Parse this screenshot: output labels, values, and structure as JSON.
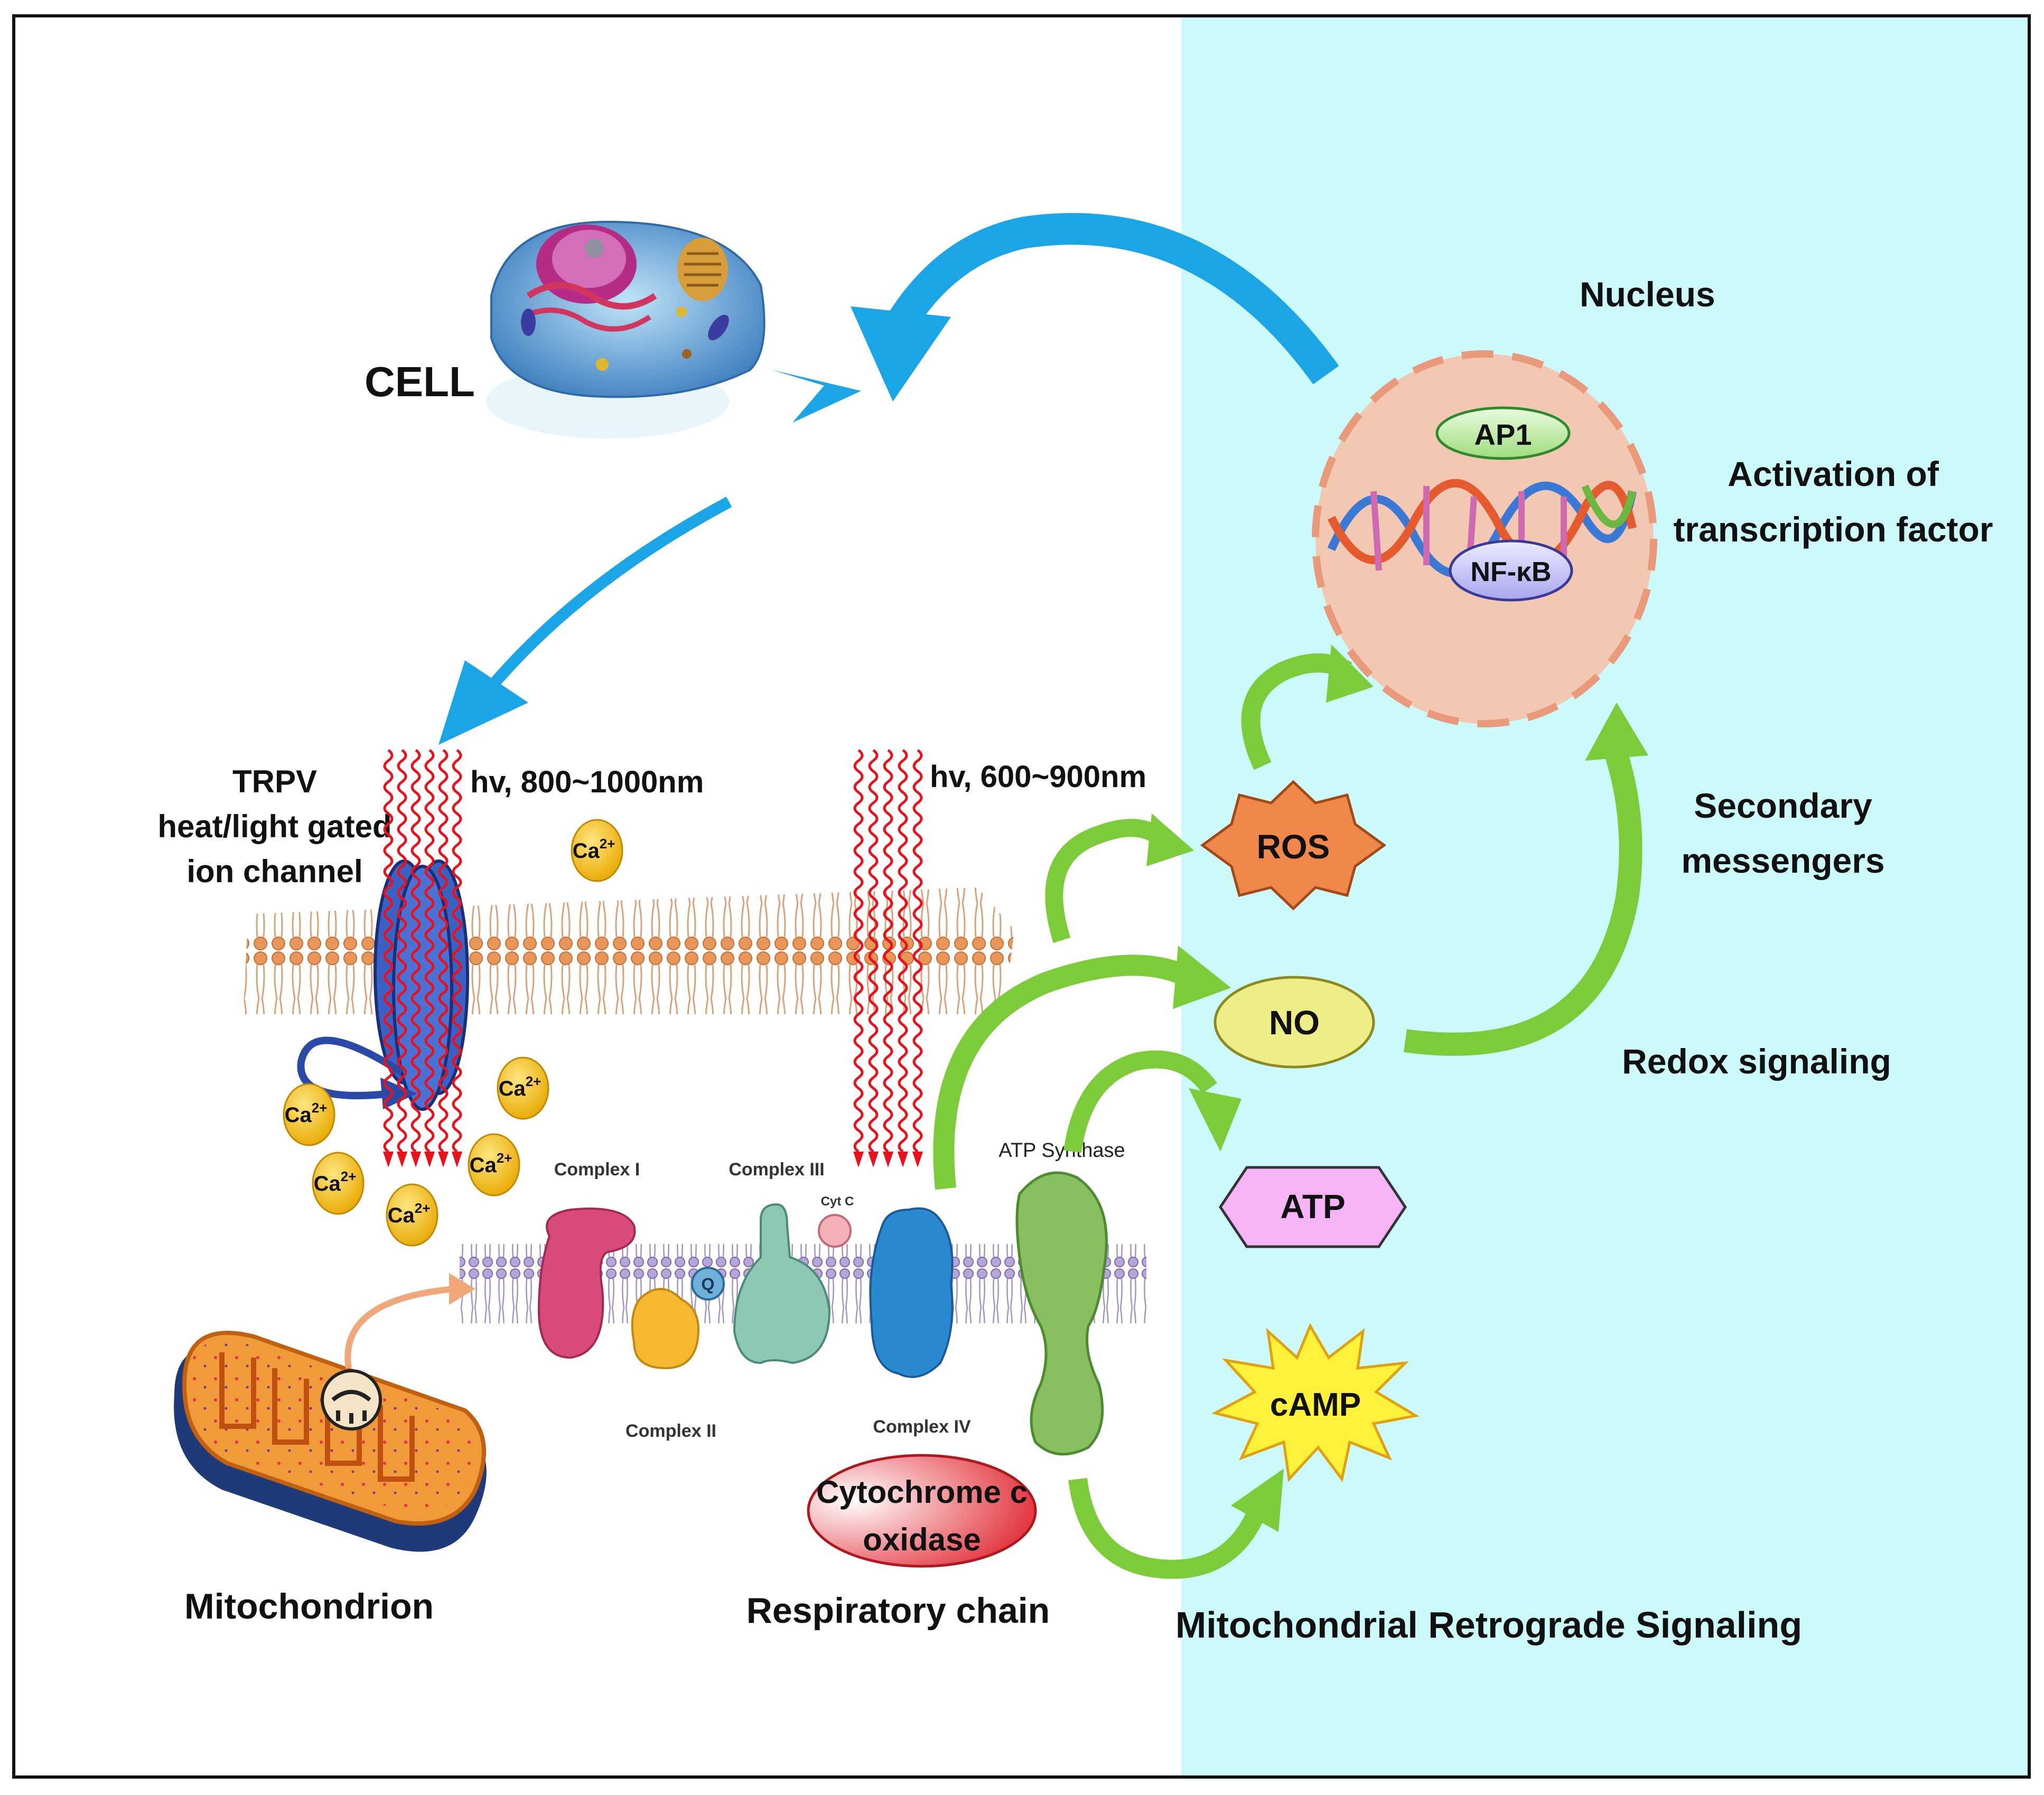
{
  "colors": {
    "right_panel": "#ccfafa",
    "frame": "#111111",
    "wave": "#e8121c",
    "arrow_green": "#7ccc3a",
    "arrow_blue": "#1aa6e6",
    "nucleus": "#f2c8b3",
    "ros": "#f0884c",
    "no": "#eeee88",
    "atp": "#f5b4f5",
    "camp": "#fff23a",
    "calcium": "#f4c020"
  },
  "labels": {
    "cell": "CELL",
    "nucleus": "Nucleus",
    "ap1": "AP1",
    "nfkb": "NF-κB",
    "activation_line1": "Activation of",
    "activation_line2": "transcription factor",
    "trpv_line1": "TRPV",
    "trpv_line2": "heat/light gated",
    "trpv_line3": "ion channel",
    "hv1": "hv, 800~1000nm",
    "hv2": "hv, 600~900nm",
    "ros": "ROS",
    "no": "NO",
    "atp": "ATP",
    "camp": "cAMP",
    "secondary_line1": "Secondary",
    "secondary_line2": "messengers",
    "redox": "Redox signaling",
    "complex1": "Complex I",
    "complex2": "Complex II",
    "complex3": "Complex III",
    "complex4": "Complex IV",
    "cytc": "Cyt C",
    "q": "Q",
    "atp_synthase": "ATP Synthase",
    "cco_line1": "Cytochrome c",
    "cco_line2": "oxidase",
    "mitochondrion": "Mitochondrion",
    "respiratory": "Respiratory chain",
    "retrograde": "Mitochondrial Retrograde Signaling"
  },
  "calcium": {
    "symbol": "Ca",
    "charge": "2+"
  }
}
